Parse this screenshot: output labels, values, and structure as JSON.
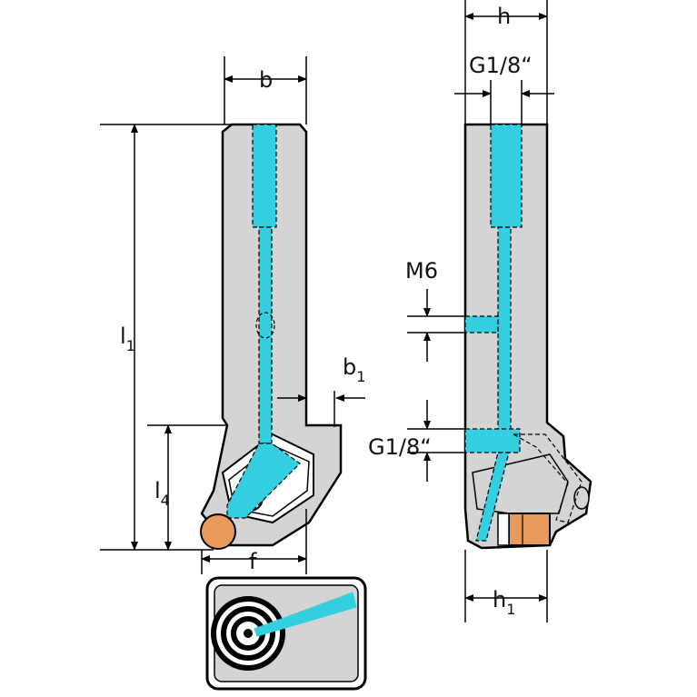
{
  "colors": {
    "body": "#d4d4d4",
    "coolant": "#33cfe0",
    "outline": "#000000",
    "insert": "#e89a5a",
    "background": "#ffffff"
  },
  "side_view": {
    "b": {
      "main": "b",
      "sub": ""
    },
    "b1": {
      "main": "b",
      "sub": "1"
    },
    "l1": {
      "main": "l",
      "sub": "1"
    },
    "l4": {
      "main": "l",
      "sub": "4"
    },
    "f": {
      "main": "f",
      "sub": ""
    }
  },
  "front_view": {
    "h": {
      "main": "h",
      "sub": ""
    },
    "g_top": "G1/8“",
    "m6": "M6",
    "g_side": "G1/8“",
    "h1": {
      "main": "h",
      "sub": "1"
    }
  },
  "icon": {
    "name": "coolant-target-icon"
  }
}
